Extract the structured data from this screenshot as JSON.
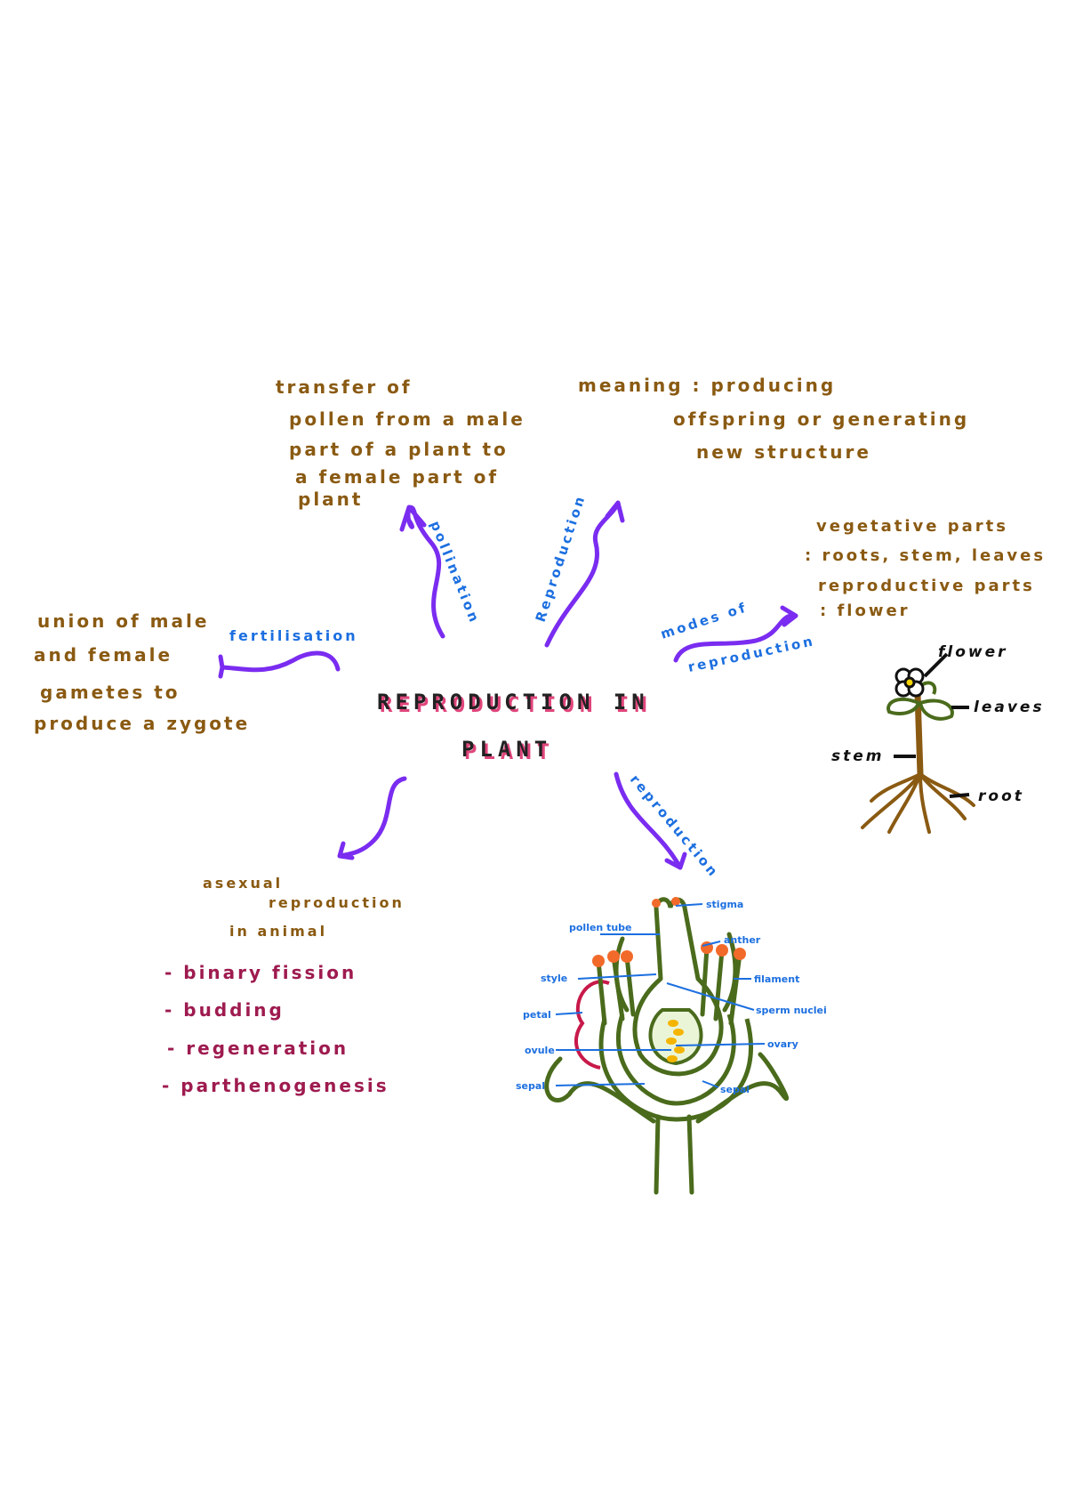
{
  "title": {
    "line1": "REPRODUCTION IN",
    "line2": "PLANT"
  },
  "notes": {
    "pollination_def": [
      "transfer of",
      "pollen from a male",
      "part of a plant to",
      "a female part of",
      "plant"
    ],
    "reproduction_def": [
      "meaning : producing",
      "offspring or generating",
      "new structure"
    ],
    "modes": [
      "vegetative parts",
      ": roots, stem, leaves",
      "reproductive parts",
      ": flower"
    ],
    "fertilisation_def": [
      "union of male",
      "and female",
      "gametes to",
      "produce a zygote"
    ],
    "asexual_heading": [
      "asexual",
      "reproduction",
      "in animal"
    ],
    "asexual_list": [
      "- binary fission",
      "- budding",
      "- regeneration",
      "- parthenogenesis"
    ]
  },
  "arrow_labels": {
    "pollination": "pollination",
    "reproduction": "Reproduction",
    "modes_line1": "modes of",
    "modes_line2": "reproduction",
    "fertilisation": "fertilisation",
    "reproduction_lower": "reproduction"
  },
  "plant_labels": {
    "flower": "flower",
    "leaves": "leaves",
    "stem": "stem",
    "root": "root"
  },
  "flower_labels": {
    "stigma": "stigma",
    "pollen_tube": "pollen tube",
    "anther": "anther",
    "style": "style",
    "filament": "filament",
    "petal": "petal",
    "pollen_nuclei": "sperm nuclei",
    "ovary": "ovary",
    "ovule": "ovule",
    "sepal_left": "sepal",
    "sepal_right": "sepal"
  },
  "colors": {
    "brown_text": "#8a5a12",
    "blue_text": "#1c6fe0",
    "maroon_text": "#9e1b4f",
    "arrow_purple": "#7a2cf0",
    "title_pink": "#e0457b",
    "stem_green": "#4a6b1c",
    "root_brown": "#8a5a12",
    "anther_orange": "#f26a2a",
    "ovule_yellow": "#f5b400"
  }
}
